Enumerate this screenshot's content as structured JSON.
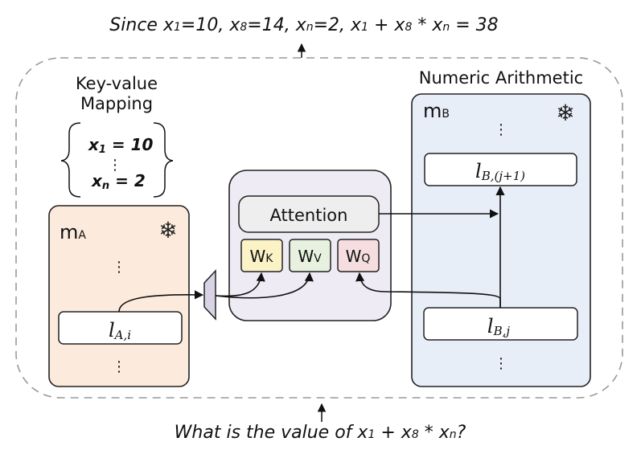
{
  "top_text": {
    "prefix": "Since ",
    "expr": [
      {
        "t": "x"
      },
      {
        "sub": "1"
      },
      {
        "t": "=10, "
      },
      {
        "t": "x"
      },
      {
        "sub": "8"
      },
      {
        "t": "=14, "
      },
      {
        "t": "x"
      },
      {
        "sub": "n"
      },
      {
        "t": "=2, "
      },
      {
        "t": "x"
      },
      {
        "sub": "1"
      },
      {
        "t": " + "
      },
      {
        "t": "x"
      },
      {
        "sub": "8"
      },
      {
        "t": " * "
      },
      {
        "t": "x"
      },
      {
        "sub": "n"
      },
      {
        "t": " = 38"
      }
    ]
  },
  "bottom_text": {
    "prefix": "What is the value of ",
    "expr": [
      {
        "t": "x"
      },
      {
        "sub": "1"
      },
      {
        "t": " + "
      },
      {
        "t": "x"
      },
      {
        "sub": "8"
      },
      {
        "t": " * "
      },
      {
        "t": "x"
      },
      {
        "sub": "n"
      },
      {
        "t": "?"
      }
    ]
  },
  "key_value": {
    "title_line1": "Key-value",
    "title_line2": "Mapping",
    "first": {
      "var": "x",
      "sub": "1",
      "eq": " = 10"
    },
    "last": {
      "var": "x",
      "sub": "n",
      "eq": " = 2"
    },
    "dots": "⋮"
  },
  "model_a": {
    "label": "m",
    "sub": "A",
    "dots": "⋮",
    "layer": {
      "l": "l",
      "sub": "A,i"
    }
  },
  "model_b": {
    "section_title": "Numeric Arithmetic",
    "label": "m",
    "sub": "B",
    "dots": "⋮",
    "layer_top": {
      "l": "l",
      "sub": "B,(j+1)"
    },
    "layer_bottom": {
      "l": "l",
      "sub": "B,j"
    }
  },
  "attention": {
    "label": "Attention",
    "wk": {
      "w": "W",
      "sub": "K"
    },
    "wv": {
      "w": "W",
      "sub": "V"
    },
    "wq": {
      "w": "W",
      "sub": "Q"
    }
  },
  "snowflake_icon": "❄",
  "colors": {
    "model_a_fill": "#FCEBDD",
    "model_b_fill": "#E8EEF8",
    "attention_fill": "#EEEBF5",
    "attention_label_fill": "#EEEEEE",
    "wk_fill": "#FBF3C6",
    "wv_fill": "#E8F1DF",
    "wq_fill": "#F5DDE0",
    "projector_fill": "#D9D4E5"
  }
}
